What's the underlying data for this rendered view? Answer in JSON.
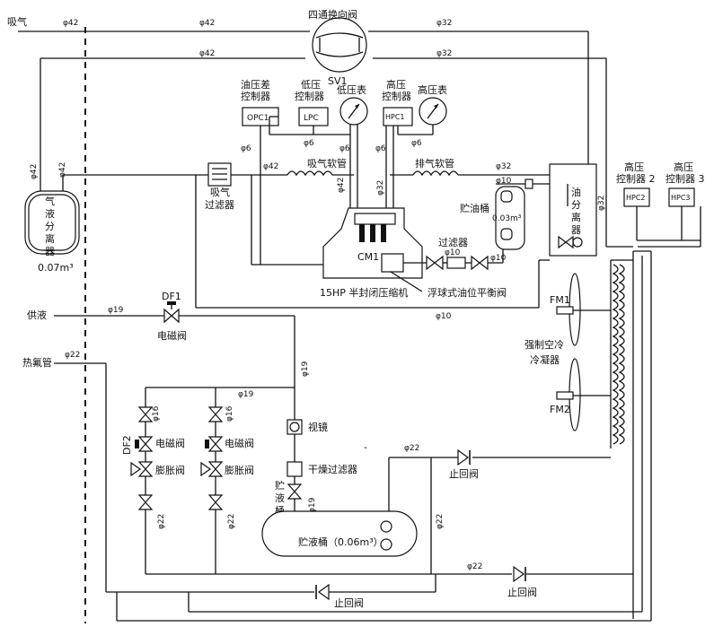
{
  "texts": {
    "intake": "吸气",
    "supply": "供液",
    "hot_gas": "热氟管",
    "four_way_valve": "四通换向阀",
    "sv1": "SV1",
    "opc_title": "油压差 控制器",
    "opc": "OPC1",
    "lpc_title": "低压 控制器",
    "lpc": "LPC",
    "low_gauge": "低压表",
    "high_gauge": "高压表",
    "hpc1": "HPC1",
    "hpc2_title": "高压 控制器 2",
    "hpc3_title": "高压 控制器 3",
    "hpc2": "HPC2",
    "hpc3": "HPC3",
    "suction_hose": "吸气软管",
    "discharge_hose": "排气软管",
    "suction_filter": "吸气 过滤器",
    "gas_liquid_separator": "气液分离器",
    "separator_volume": "0.07m³",
    "oil_reservoir": "贮油桶",
    "oil_reservoir_volume": "0.03m³",
    "oil_separator": "油分离器",
    "filter": "过滤器",
    "cm1": "CM1",
    "compressor": "15HP 半封闭压缩机",
    "float_valve": "浮球式油位平衡阀",
    "df1": "DF1",
    "df2": "DF2",
    "solenoid_valve": "电磁阀",
    "expansion_valve": "膨胀阀",
    "sight_glass": "视镜",
    "dry_filter": "干燥过滤器",
    "receiver_label": "贮液桶",
    "receiver": "贮液桶（0.06m³）",
    "check_valve": "止回阀",
    "fm1": "FM1",
    "fm2": "FM2",
    "condenser": "强制空冷 冷凝器",
    "d42": "φ42",
    "d32": "φ32",
    "d22": "φ22",
    "d19": "φ19",
    "d16": "φ16",
    "d10": "φ10",
    "d6": "φ6"
  },
  "icons": [
    "solenoid-valve-icon",
    "expansion-valve-icon",
    "check-valve-icon",
    "sight-glass-icon",
    "gauge-icon",
    "fan-icon",
    "compressor-icon",
    "four-way-valve-icon"
  ]
}
